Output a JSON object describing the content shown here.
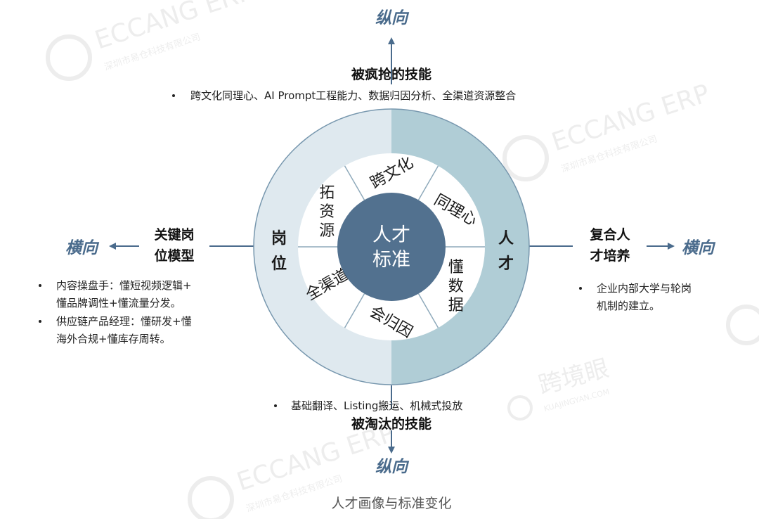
{
  "center": {
    "line1": "人才",
    "line2": "标准"
  },
  "outer_ring": {
    "left_label": "岗位",
    "right_label": "人才"
  },
  "inner_segments": [
    {
      "label": "跨文化",
      "angle": 90
    },
    {
      "label": "同理心",
      "angle": 30
    },
    {
      "label": "懂数据",
      "angle": -30
    },
    {
      "label": "会归因",
      "angle": -90
    },
    {
      "label": "全渠道",
      "angle": -150
    },
    {
      "label": "拓资源",
      "angle": 150
    }
  ],
  "top": {
    "direction": "纵向",
    "heading": "被疯抢的技能",
    "bullet": "跨文化同理心、AI Prompt工程能力、数据归因分析、全渠道资源整合"
  },
  "bottom": {
    "direction": "纵向",
    "heading": "被淘汰的技能",
    "bullet": "基础翻译、Listing搬运、机械式投放"
  },
  "left": {
    "direction": "横向",
    "heading_line1": "关键岗",
    "heading_line2": "位模型",
    "bullets": [
      {
        "line1": "内容操盘手：懂短视频逻辑+",
        "line2": "懂品牌调性+懂流量分发。"
      },
      {
        "line1": "供应链产品经理：懂研发+懂",
        "line2": "海外合规+懂库存周转。"
      }
    ]
  },
  "right": {
    "direction": "横向",
    "heading_line1": "复合人",
    "heading_line2": "才培养",
    "bullets": [
      {
        "line1": "企业内部大学与轮岗",
        "line2": "机制的建立。"
      }
    ]
  },
  "caption": "人才画像与标准变化",
  "watermarks": {
    "eccang": "ECCANG ERP",
    "eccang_sub": "深圳市易仓科技有限公司",
    "kjy": "跨境眼",
    "kjy_sub": "KUAJINGYAN.COM"
  },
  "colors": {
    "center": "#52718f",
    "left_band": "#dfe9ef",
    "right_band": "#b0cdd6",
    "ring_border": "#7797ae",
    "arrow": "#4a6b8c",
    "direction_text": "#4a6b8c"
  }
}
